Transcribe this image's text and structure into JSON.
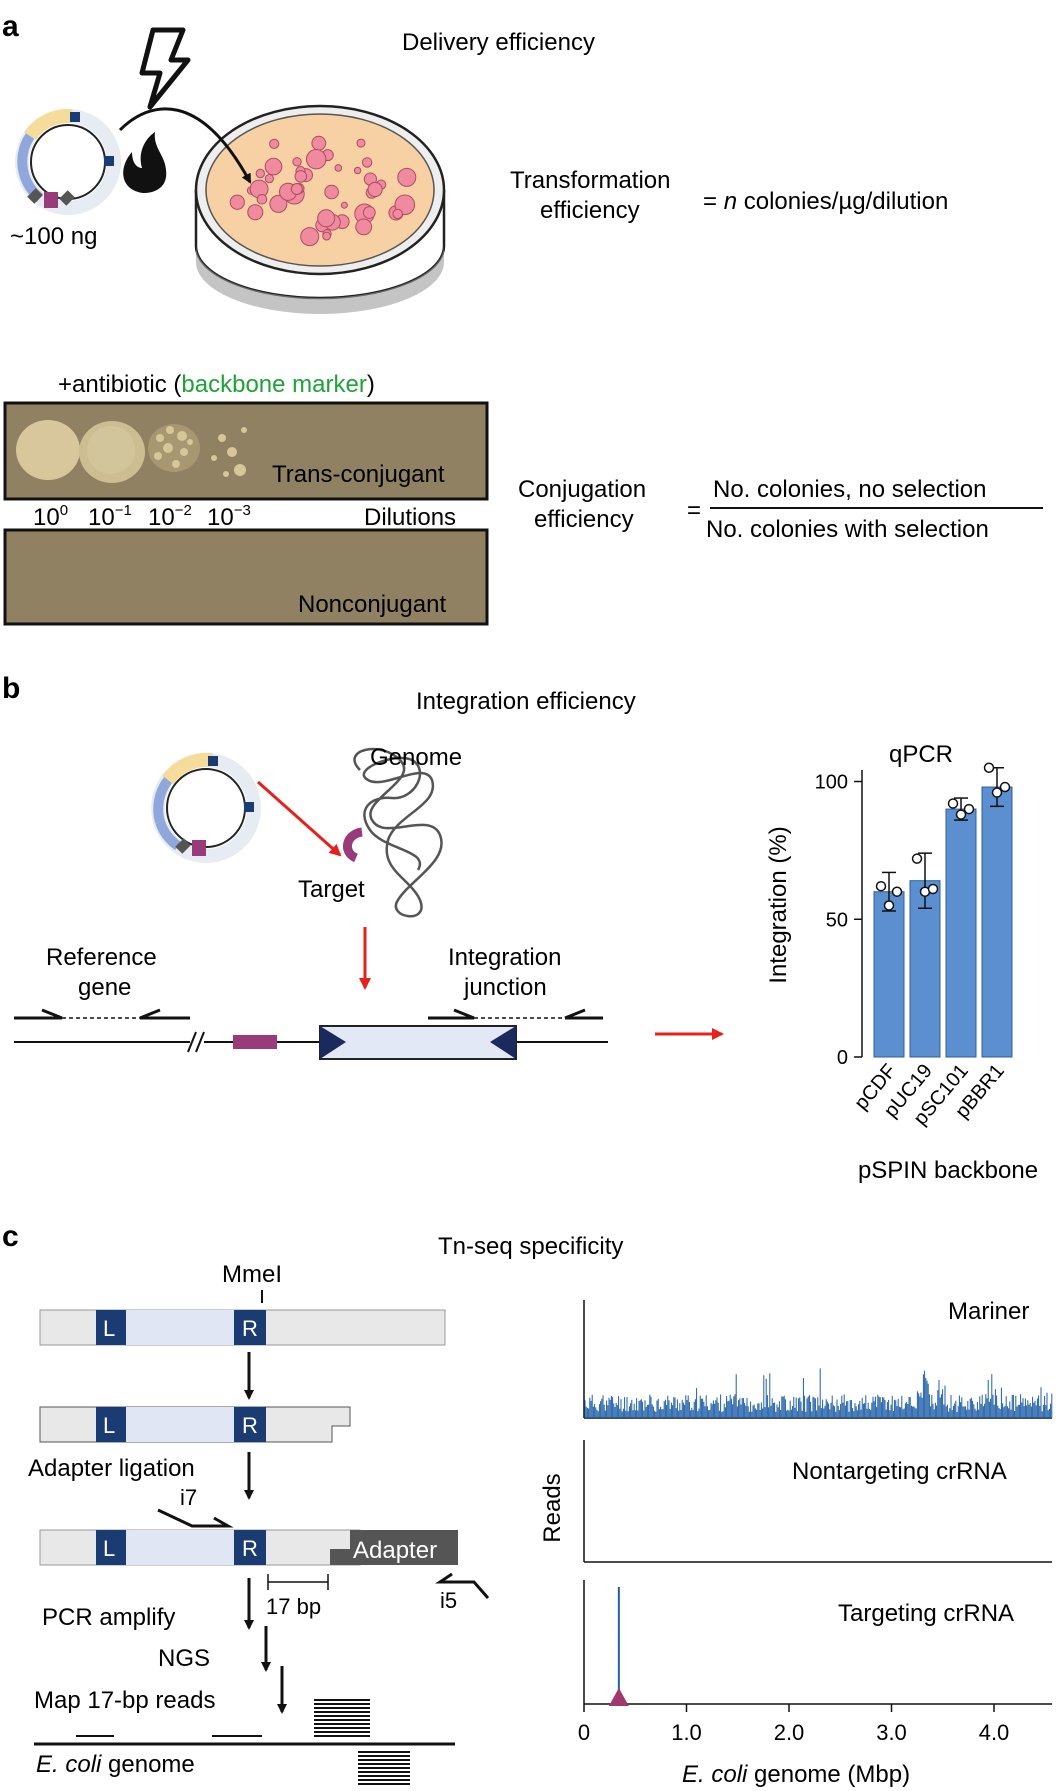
{
  "panel_a": {
    "letter": "a",
    "title": "Delivery efficiency",
    "plasmid_amount": "~100 ng",
    "transformation_label_1": "Transformation",
    "transformation_label_2": "efficiency",
    "transformation_formula_prefix": "= ",
    "transformation_formula_n": "n",
    "transformation_formula_rest": " colonies/µg/dilution",
    "antibiotic_prefix": "+antibiotic (",
    "antibiotic_marker": "backbone marker",
    "antibiotic_suffix": ")",
    "plate_top_label": "Trans-conjugant",
    "plate_bottom_label": "Nonconjugant",
    "dilutions": [
      {
        "base": "10",
        "exp": "0"
      },
      {
        "base": "10",
        "exp": "−1"
      },
      {
        "base": "10",
        "exp": "−2"
      },
      {
        "base": "10",
        "exp": "−3"
      }
    ],
    "dilutions_label": "Dilutions",
    "conjugation_label_1": "Conjugation",
    "conjugation_label_2": "efficiency",
    "conjugation_equals": "=",
    "conjugation_numerator": "No. colonies, no selection",
    "conjugation_denominator": "No. colonies with selection"
  },
  "panel_b": {
    "letter": "b",
    "title": "Integration efficiency",
    "genome_label": "Genome",
    "target_label": "Target",
    "reference_label_1": "Reference",
    "reference_label_2": "gene",
    "junction_label_1": "Integration",
    "junction_label_2": "junction",
    "xlabel": "pSPIN backbone",
    "colors": {
      "bar": "#5b8fcf",
      "bar_stroke": "#2f5f99",
      "arrow": "#e8201c",
      "cargo": "#993a7a"
    }
  },
  "panel_c": {
    "letter": "c",
    "title": "Tn-seq specificity",
    "enzyme": "MmeI",
    "end_L": "L",
    "end_R": "R",
    "step_ligation": "Adapter ligation",
    "primer_i7": "i7",
    "primer_i5": "i5",
    "adapter_label": "Adapter",
    "read_length": "17 bp",
    "step_pcr": "PCR amplify",
    "step_ngs": "NGS",
    "step_map": "Map 17-bp reads",
    "genome_label_italic": "E. coli",
    "genome_label_rest": " genome",
    "tracks": [
      "Mariner",
      "Nontargeting crRNA",
      "Targeting crRNA"
    ],
    "ylabel": "Reads",
    "xlabel_italic": "E. coli",
    "xlabel_rest": " genome (Mbp)",
    "xticks": [
      "0",
      "1.0",
      "2.0",
      "3.0",
      "4.0"
    ],
    "colors": {
      "reads": "#1f5fa8",
      "target_marker": "#a0386f"
    }
  },
  "chart_data": [
    {
      "type": "bar",
      "title": "qPCR",
      "ylabel": "Integration (%)",
      "xlabel": "pSPIN backbone",
      "categories": [
        "pCDF",
        "pUC19",
        "pSC101",
        "pBBR1"
      ],
      "values": [
        60,
        64,
        90,
        98
      ],
      "error": [
        7,
        10,
        4,
        7
      ],
      "points": [
        [
          62,
          55,
          60
        ],
        [
          72,
          60,
          61
        ],
        [
          92,
          88,
          90
        ],
        [
          105,
          96,
          98
        ]
      ],
      "ylim": [
        0,
        105
      ],
      "yticks": [
        "0",
        "50",
        "100"
      ]
    },
    {
      "type": "line",
      "title": "Tn-seq reads across E. coli genome",
      "ylabel": "Reads",
      "xlabel": "E. coli genome (Mbp)",
      "xlim": [
        0,
        4.6
      ],
      "xticks": [
        0,
        1.0,
        2.0,
        3.0,
        4.0
      ],
      "series": [
        {
          "name": "Mariner",
          "values": "dense genome-wide insertions"
        },
        {
          "name": "Nontargeting crRNA",
          "values": "none"
        },
        {
          "name": "Targeting crRNA",
          "peak_position_mbp": 0.34
        }
      ]
    }
  ]
}
